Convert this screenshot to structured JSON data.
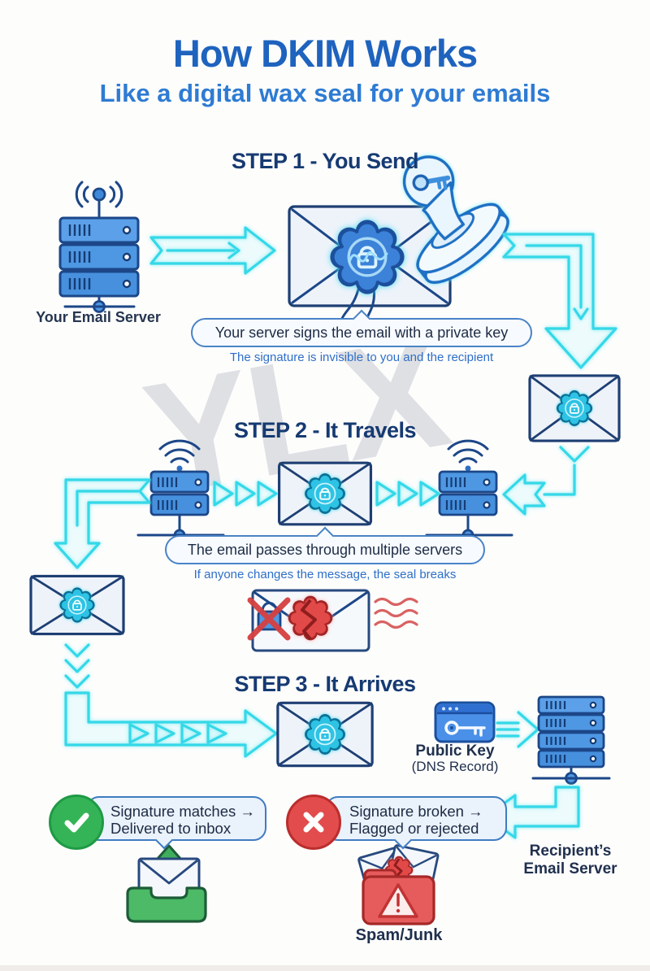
{
  "watermark": "YLX",
  "header": {
    "title": "How DKIM Works",
    "subtitle": "Like a digital wax seal for your emails"
  },
  "step1": {
    "heading": "STEP 1 - You Send",
    "server_label": "Your Email Server",
    "caption": "Your server signs the email with a private key",
    "hint": "The signature is invisible to you and the recipient"
  },
  "step2": {
    "heading": "STEP 2 - It Travels",
    "caption": "The email passes through multiple servers",
    "hint": "If anyone changes the message, the seal breaks"
  },
  "step3": {
    "heading": "STEP 3 - It Arrives",
    "public_key_line1": "Public Key",
    "public_key_line2": "(DNS Record)",
    "recipient_line1": "Recipient’s",
    "recipient_line2": "Email Server"
  },
  "results": {
    "success_line1": "Signature matches →",
    "success_line2": "Delivered to inbox",
    "fail_line1": "Signature broken →",
    "fail_line2": "Flagged or rejected",
    "spam_label": "Spam/Junk"
  },
  "icons": {
    "seal": "wax-seal-with-padlock",
    "stamp": "rubber-stamp-with-key",
    "public_key": "browser-window-key",
    "success": "check-circle",
    "failure": "x-circle"
  },
  "colors": {
    "brand_blue": "#1e63be",
    "subtitle_blue": "#2e7bd3",
    "heading_navy": "#163a72",
    "arrow_cyan": "#35d8e8",
    "server_blue": "#4e97e3",
    "seal_teal": "#2fc3e4",
    "success_green": "#35b457",
    "error_red": "#e24c4c"
  }
}
